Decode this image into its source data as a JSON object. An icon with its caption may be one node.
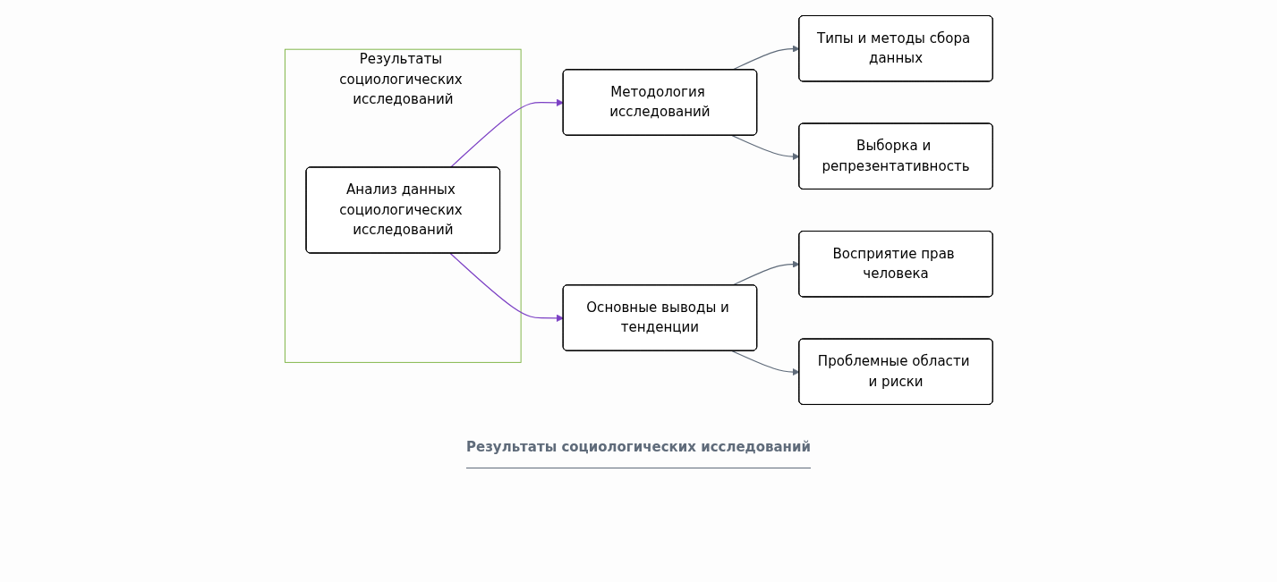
{
  "diagram": {
    "caption": "Результаты социологических исследований",
    "nodes": [
      {
        "text": [
          "Результаты социологических исследований"
        ]
      },
      {
        "text": [
          "Анализ данных социологических исследований"
        ],
        "in": 0
      },
      {
        "text": [
          "Методология исследований"
        ]
      },
      {
        "text": [
          "Основные выводы и тенденции"
        ]
      },
      {
        "text": [
          "Типы и методы сбора данных"
        ]
      },
      {
        "text": [
          "Выборка и репрезентативность"
        ]
      },
      {
        "text": [
          "Восприятие прав человека"
        ]
      },
      {
        "text": [
          "Проблемные области и риски"
        ]
      }
    ],
    "edges": [
      {
        "from": 1,
        "to": 2,
        "arrow": "to",
        "color": "#7b3fc4"
      },
      {
        "from": 1,
        "to": 3,
        "arrow": "to",
        "color": "#7b3fc4"
      },
      {
        "from": 2,
        "to": 4,
        "arrow": "to"
      },
      {
        "from": 2,
        "to": 5,
        "arrow": "to"
      },
      {
        "from": 3,
        "to": 6,
        "arrow": "to"
      },
      {
        "from": 3,
        "to": 7,
        "arrow": "to"
      }
    ]
  }
}
